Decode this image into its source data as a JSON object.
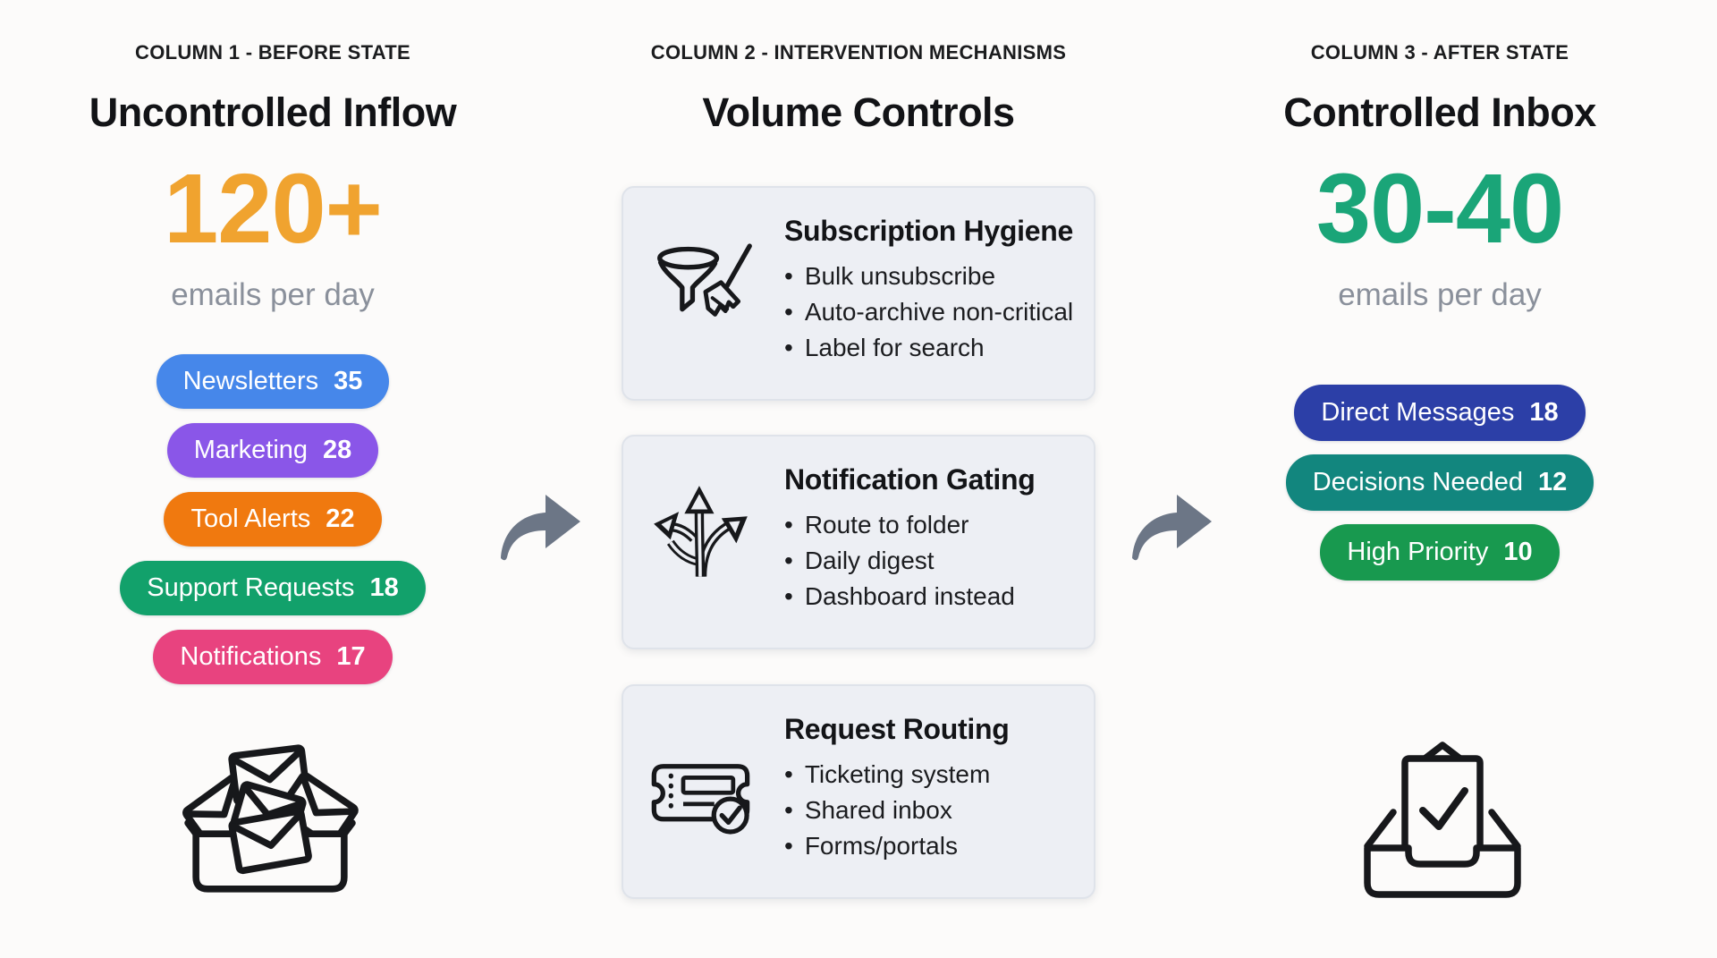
{
  "page": {
    "background": "#FCFBFA"
  },
  "arrows": {
    "color": "#6C7686",
    "icon": "curved-arrow-icon"
  },
  "columns": [
    {
      "eyebrow": "COLUMN 1 - BEFORE STATE",
      "title": "Uncontrolled Inflow",
      "metric": {
        "value": "120+",
        "unit": "emails per day",
        "color": "#F0A32F"
      },
      "pills": [
        {
          "label": "Newsletters",
          "count": "35",
          "color": "#4687EA"
        },
        {
          "label": "Marketing",
          "count": "28",
          "color": "#8A56E8"
        },
        {
          "label": "Tool Alerts",
          "count": "22",
          "color": "#F0790F"
        },
        {
          "label": "Support Requests",
          "count": "18",
          "color": "#12A16B"
        },
        {
          "label": "Notifications",
          "count": "17",
          "color": "#E8437F"
        }
      ],
      "icon": "overflowing-inbox-icon"
    },
    {
      "eyebrow": "COLUMN 2 - INTERVENTION MECHANISMS",
      "title": "Volume Controls",
      "cards": [
        {
          "icon": "funnel-broom-icon",
          "title": "Subscription Hygiene",
          "bullets": [
            "Bulk unsubscribe",
            "Auto-archive non-critical",
            "Label for search"
          ]
        },
        {
          "icon": "branching-arrows-icon",
          "title": "Notification Gating",
          "bullets": [
            "Route to folder",
            "Daily digest",
            "Dashboard instead"
          ]
        },
        {
          "icon": "ticket-check-icon",
          "title": "Request Routing",
          "bullets": [
            "Ticketing system",
            "Shared inbox",
            "Forms/portals"
          ]
        }
      ]
    },
    {
      "eyebrow": "COLUMN 3 - AFTER STATE",
      "title": "Controlled Inbox",
      "metric": {
        "value": "30-40",
        "unit": "emails per day",
        "color": "#1AA578"
      },
      "pills": [
        {
          "label": "Direct Messages",
          "count": "18",
          "color": "#2C3FA7"
        },
        {
          "label": "Decisions Needed",
          "count": "12",
          "color": "#12867E"
        },
        {
          "label": "High Priority",
          "count": "10",
          "color": "#18994F"
        }
      ],
      "icon": "inbox-check-icon"
    }
  ]
}
